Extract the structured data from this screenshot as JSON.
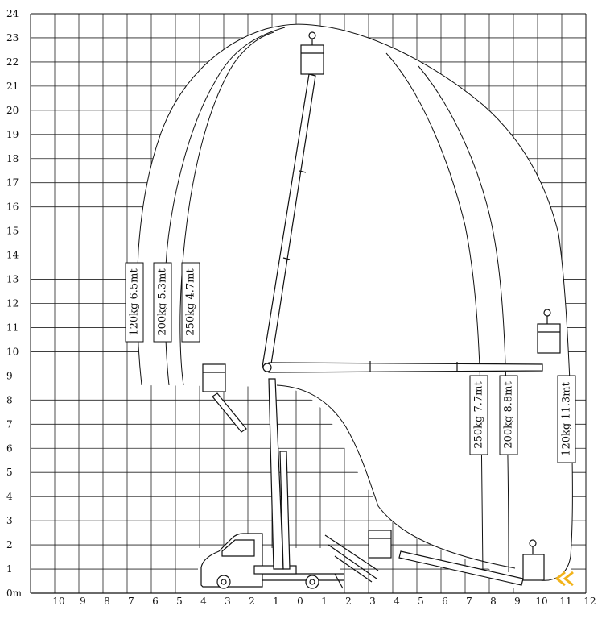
{
  "y_axis": {
    "labels": [
      "0m",
      "1",
      "2",
      "3",
      "4",
      "5",
      "6",
      "7",
      "8",
      "9",
      "10",
      "11",
      "12",
      "13",
      "14",
      "15",
      "16",
      "17",
      "18",
      "19",
      "20",
      "21",
      "22",
      "23",
      "24"
    ]
  },
  "x_axis": {
    "labels": [
      "10",
      "9",
      "8",
      "7",
      "6",
      "5",
      "4",
      "3",
      "2",
      "1",
      "0",
      "1",
      "2",
      "3",
      "4",
      "5",
      "6",
      "7",
      "8",
      "9",
      "10",
      "11",
      "12"
    ]
  },
  "left_capacities": [
    {
      "load": "120kg",
      "reach": "6.5mt"
    },
    {
      "load": "200kg",
      "reach": "5.3mt"
    },
    {
      "load": "250kg",
      "reach": "4.7mt"
    }
  ],
  "right_capacities": [
    {
      "load": "250kg",
      "reach": "7.7mt"
    },
    {
      "load": "200kg",
      "reach": "8.8mt"
    },
    {
      "load": "120kg",
      "reach": "11.3mt"
    }
  ],
  "colors": {
    "lines": "#111111",
    "grid": "#222222",
    "watermark": "#f2b31a"
  },
  "icons": {
    "watermark": "double-chevron-left-icon"
  }
}
